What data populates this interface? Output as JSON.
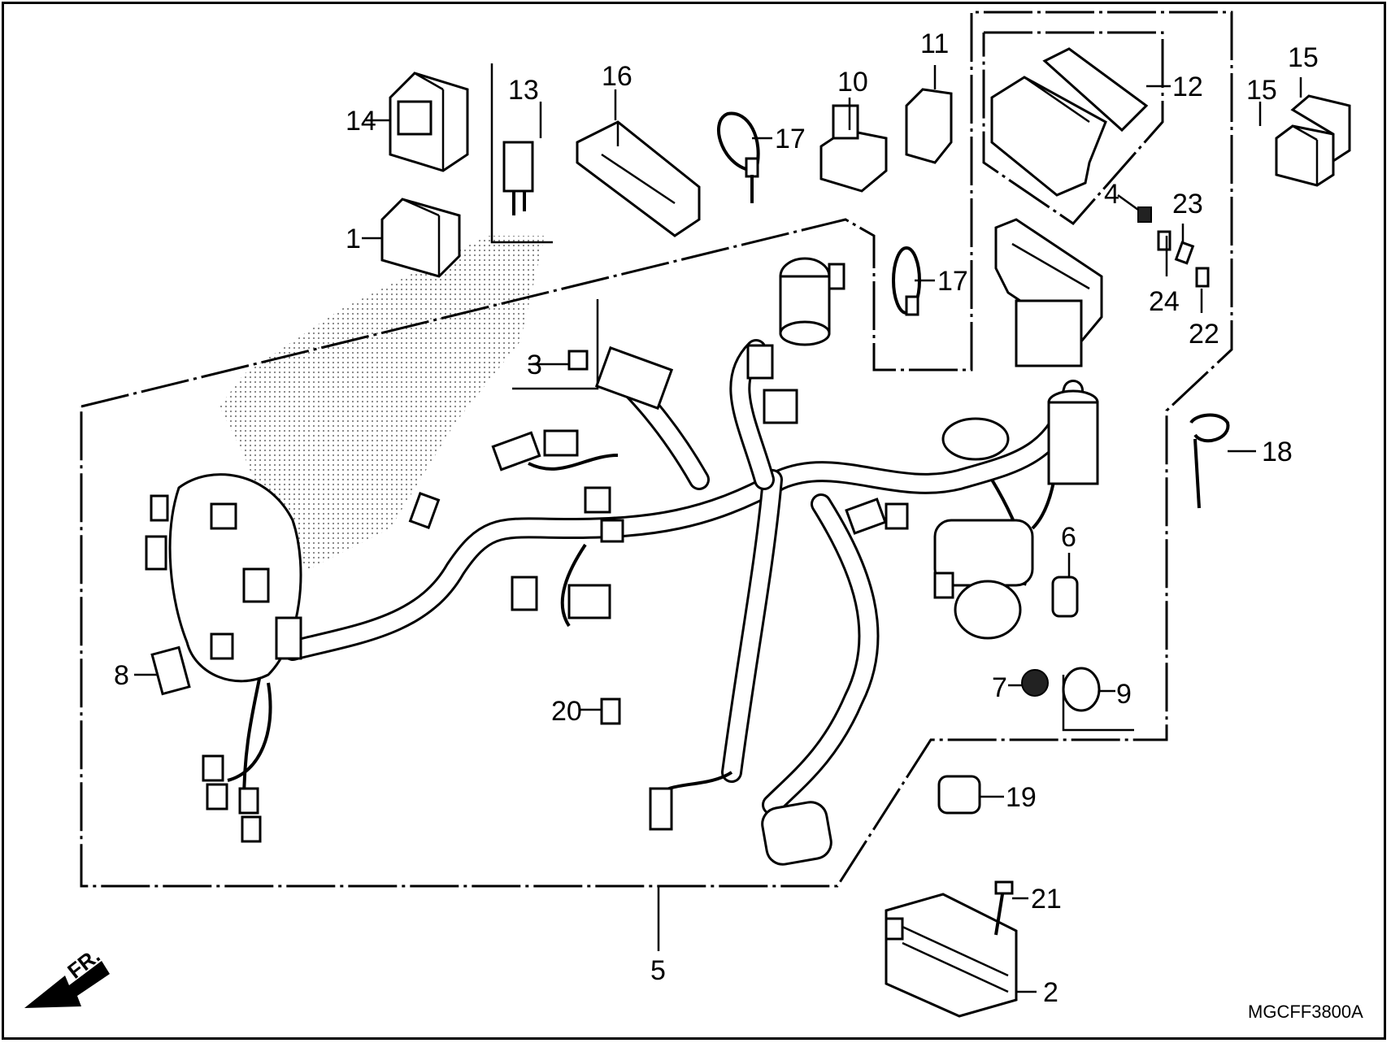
{
  "diagram": {
    "code": "MGCFF3800A",
    "front_marker": "FR.",
    "callouts": [
      "1",
      "2",
      "3",
      "4",
      "5",
      "6",
      "7",
      "8",
      "9",
      "10",
      "11",
      "12",
      "13",
      "14",
      "15",
      "15",
      "16",
      "17",
      "17",
      "18",
      "19",
      "20",
      "21",
      "22",
      "23",
      "24"
    ]
  }
}
